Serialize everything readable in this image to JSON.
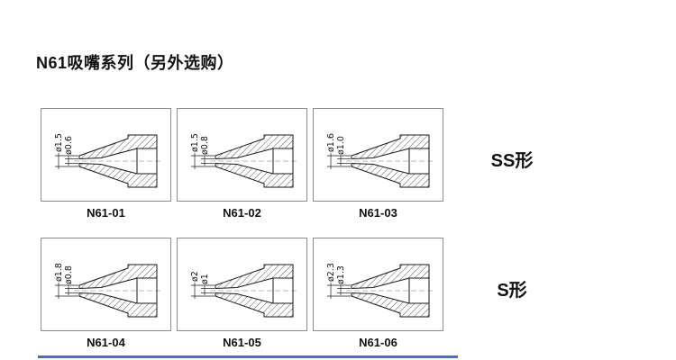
{
  "page": {
    "title": "N61吸嘴系列（另外选购）"
  },
  "groups": [
    {
      "label": "SS形"
    },
    {
      "label": "S形"
    }
  ],
  "nozzles": [
    {
      "model": "N61-01",
      "outer_dia": "ø1.5",
      "inner_dia": "ø0.6"
    },
    {
      "model": "N61-02",
      "outer_dia": "ø1.5",
      "inner_dia": "ø0.8"
    },
    {
      "model": "N61-03",
      "outer_dia": "ø1.6",
      "inner_dia": "ø1.0"
    },
    {
      "model": "N61-04",
      "outer_dia": "ø1.8",
      "inner_dia": "ø0.8"
    },
    {
      "model": "N61-05",
      "outer_dia": "ø2",
      "inner_dia": "ø1"
    },
    {
      "model": "N61-06",
      "outer_dia": "ø2.3",
      "inner_dia": "ø1.3"
    }
  ],
  "decor": {
    "bottom_bar_color": "#4472c4",
    "box_border_color": "#8c8c8c"
  }
}
